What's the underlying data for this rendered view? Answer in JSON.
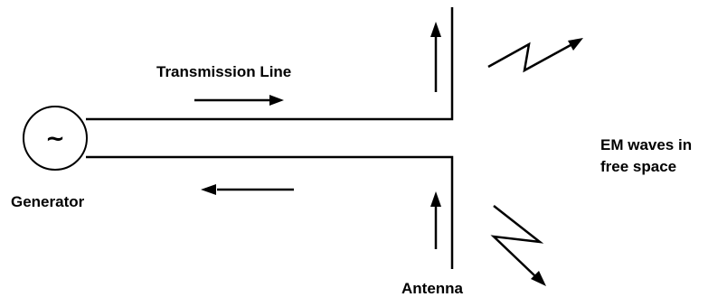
{
  "labels": {
    "transmission_line": "Transmission Line",
    "generator": "Generator",
    "antenna": "Antenna",
    "em_waves_line1": "EM waves in",
    "em_waves_line2": "free space",
    "generator_symbol": "~"
  }
}
